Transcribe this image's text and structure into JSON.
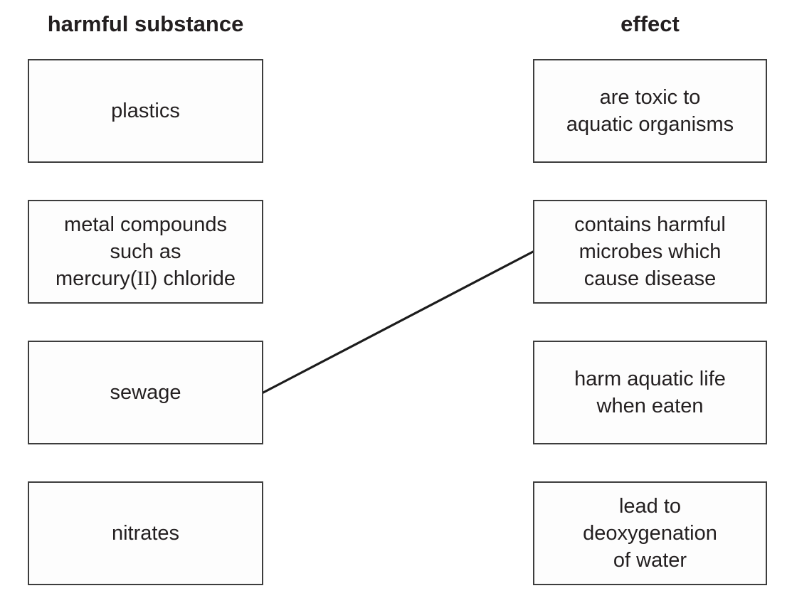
{
  "diagram": {
    "left_column": {
      "header": "harmful substance",
      "boxes": [
        {
          "label": "plastics"
        },
        {
          "label_before_numeral": "metal compounds\nsuch as\nmercury(",
          "numeral": "II",
          "label_after_numeral": ") chloride"
        },
        {
          "label": "sewage"
        },
        {
          "label": "nitrates"
        }
      ]
    },
    "right_column": {
      "header": "effect",
      "boxes": [
        {
          "label": "are toxic to\naquatic organisms"
        },
        {
          "label": "contains harmful\nmicrobes which\ncause disease"
        },
        {
          "label": "harm aquatic life\nwhen eaten"
        },
        {
          "label": "lead to\ndeoxygenation\nof water"
        }
      ]
    },
    "connections": [
      {
        "from": "sewage",
        "to": "contains harmful microbes which cause disease"
      }
    ],
    "colors": {
      "text": "#231f20",
      "box_border": "#3d3d3d",
      "box_fill": "#fdfdfd",
      "connector": "#1c1c1c",
      "background": "#ffffff"
    }
  }
}
